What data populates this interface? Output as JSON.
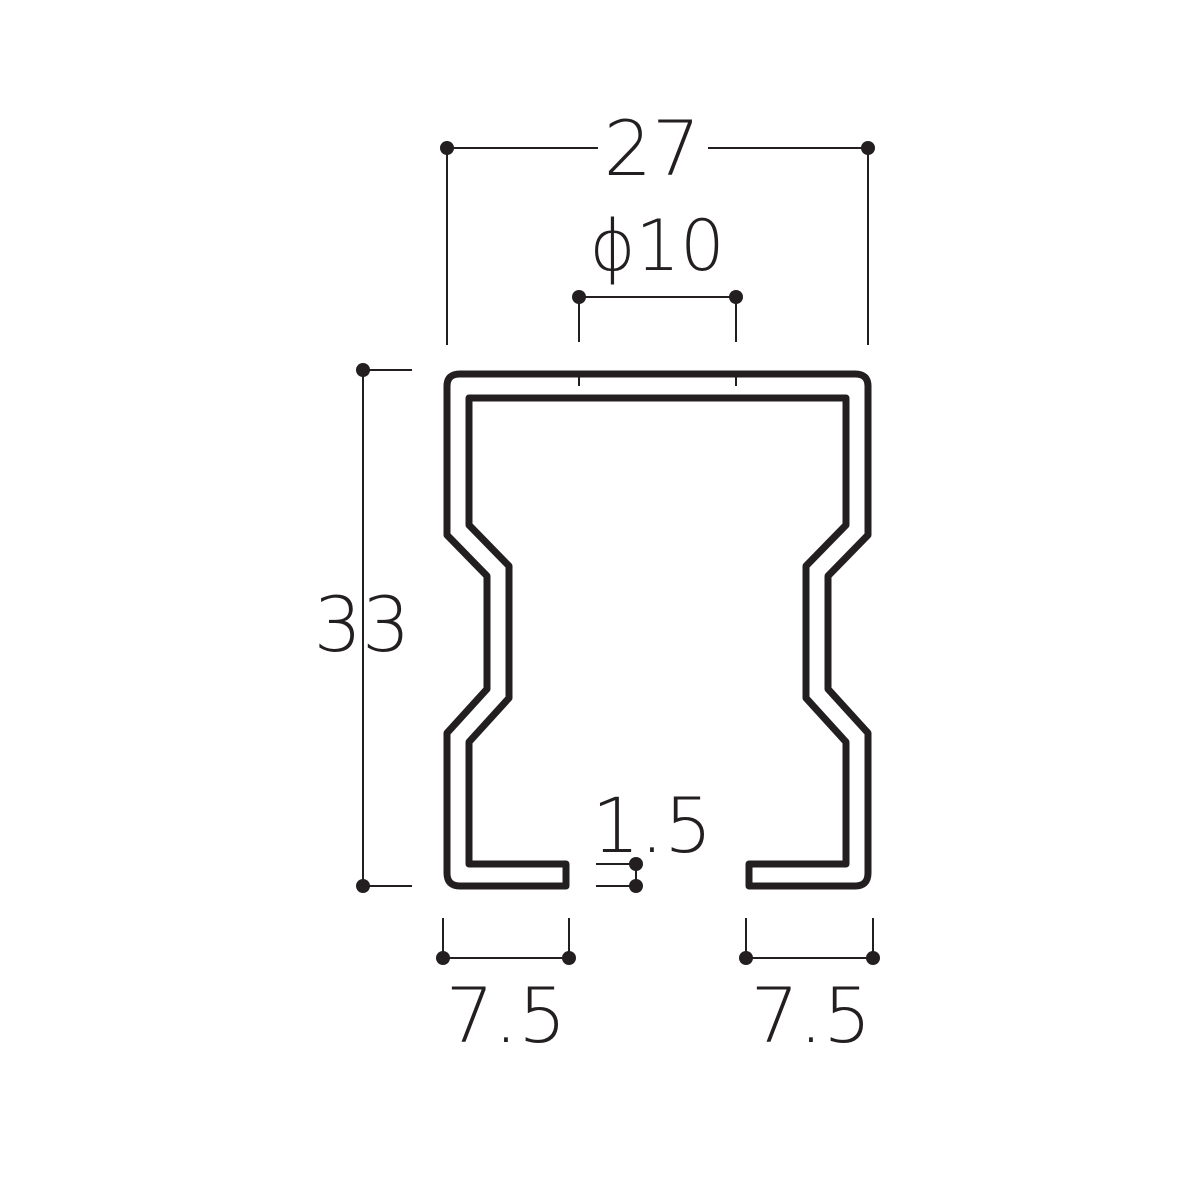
{
  "dimensions": {
    "width": "27",
    "hole": "ϕ10",
    "height": "33",
    "thickness": "1.5",
    "left_lip": "7.5",
    "right_lip": "7.5"
  },
  "colors": {
    "ink": "#231f20",
    "background": "#ffffff"
  }
}
